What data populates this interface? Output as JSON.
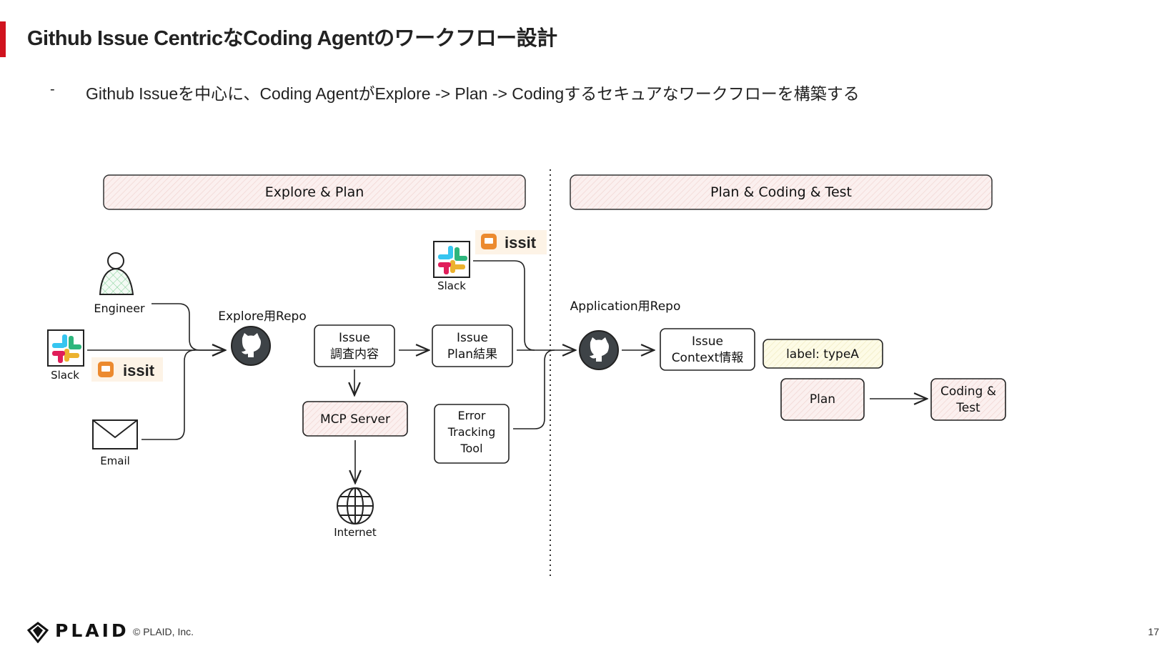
{
  "slide": {
    "title": "Github Issue CentricなCoding Agentのワークフロー設計",
    "bullet_dash": "-",
    "bullet": "Github Issueを中心に、Coding AgentがExplore -> Plan -> Codingするセキュアなワークフローを構築する",
    "page_number": "17"
  },
  "footer": {
    "logo": "PLAID",
    "copyright": "© PLAID, Inc."
  },
  "diagram": {
    "phase_left": "Explore & Plan",
    "phase_right": "Plan & Coding & Test",
    "engineer_label": "Engineer",
    "slack_label_left": "Slack",
    "slack_label_top": "Slack",
    "issit_left": "issit",
    "issit_top": "issit",
    "email_label": "Email",
    "explore_repo_label": "Explore用Repo",
    "application_repo_label": "Application用Repo",
    "issue_investigation": [
      "Issue",
      "調査内容"
    ],
    "issue_plan_result": [
      "Issue",
      "Plan結果"
    ],
    "mcp_server": "MCP Server",
    "internet_label": "Internet",
    "error_tracking": [
      "Error",
      "Tracking",
      "Tool"
    ],
    "issue_context": [
      "Issue",
      "Context情報"
    ],
    "label_type": "label: typeA",
    "plan": "Plan",
    "coding_test": [
      "Coding &",
      "Test"
    ]
  },
  "colors": {
    "accent": "#d0131e",
    "box_fill_pink": "#fbf0ef",
    "box_fill_yellow": "#fdfbe6",
    "issit_orange": "#ec8a2f",
    "issit_bg": "#fdf3e6",
    "github_gray": "#3e4347"
  }
}
